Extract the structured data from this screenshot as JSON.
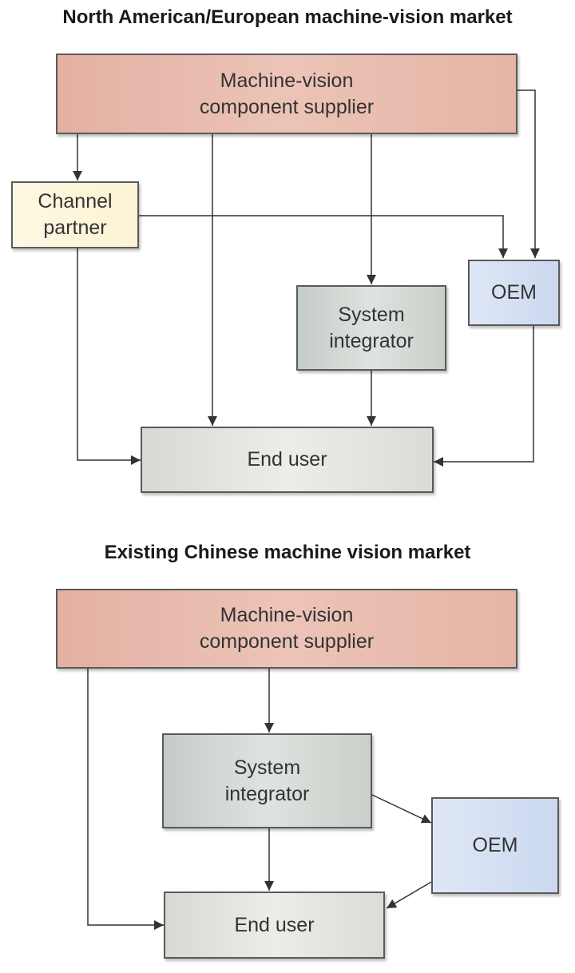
{
  "diagrams": [
    {
      "title": "North American/European machine-vision market",
      "nodes": {
        "supplier": [
          "Machine-vision",
          "component supplier"
        ],
        "channel_partner": [
          "Channel",
          "partner"
        ],
        "system_integrator": [
          "System",
          "integrator"
        ],
        "oem": [
          "OEM"
        ],
        "end_user": [
          "End user"
        ]
      },
      "edges": [
        [
          "supplier",
          "channel_partner"
        ],
        [
          "supplier",
          "end_user"
        ],
        [
          "supplier",
          "system_integrator"
        ],
        [
          "supplier",
          "oem"
        ],
        [
          "channel_partner",
          "oem"
        ],
        [
          "channel_partner",
          "end_user"
        ],
        [
          "system_integrator",
          "end_user"
        ],
        [
          "oem",
          "end_user"
        ]
      ]
    },
    {
      "title": "Existing Chinese machine vision market",
      "nodes": {
        "supplier": [
          "Machine-vision",
          "component supplier"
        ],
        "system_integrator": [
          "System",
          "integrator"
        ],
        "oem": [
          "OEM"
        ],
        "end_user": [
          "End user"
        ]
      },
      "edges": [
        [
          "supplier",
          "system_integrator"
        ],
        [
          "supplier",
          "end_user"
        ],
        [
          "system_integrator",
          "end_user"
        ],
        [
          "system_integrator",
          "oem"
        ],
        [
          "oem",
          "end_user"
        ]
      ]
    }
  ],
  "colors": {
    "supplier": "#e8b9ab",
    "channel_partner": "#fcf5da",
    "system_integrator": "#d2d7d2",
    "oem": "#d4dff2",
    "end_user": "#e2e3dd",
    "connector": "#333333"
  }
}
